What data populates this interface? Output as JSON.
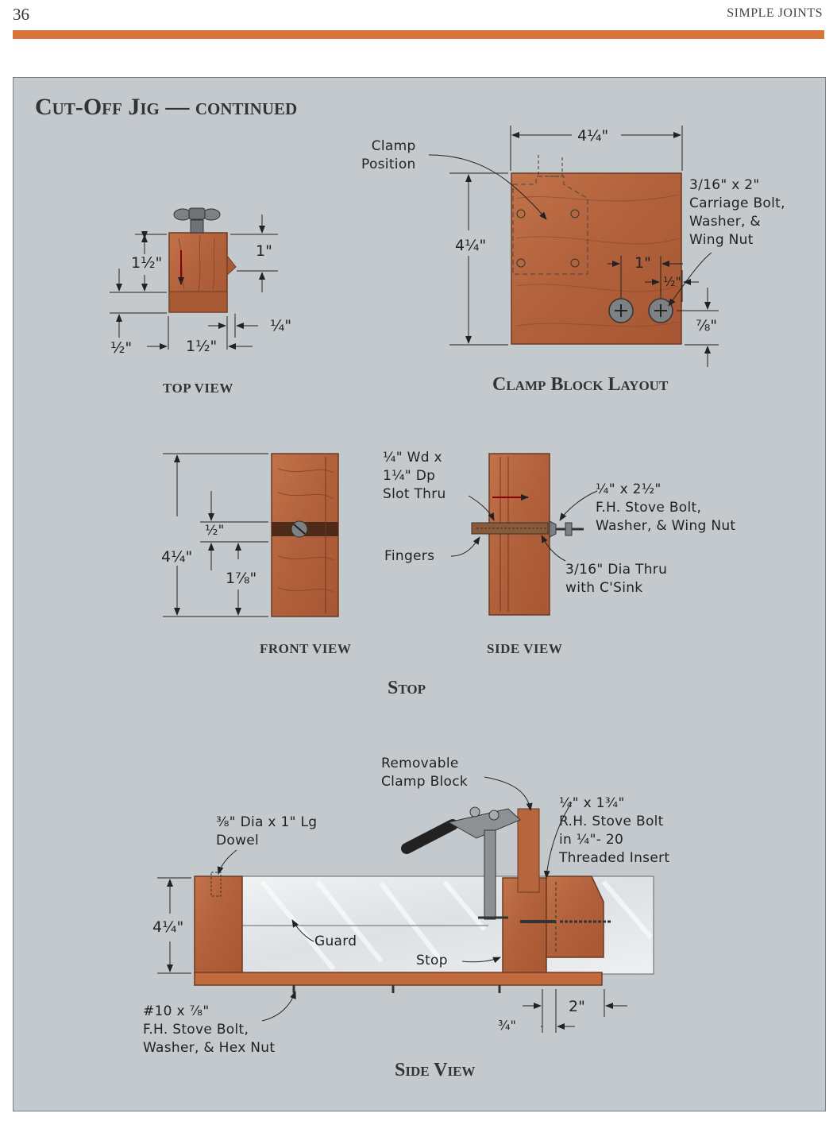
{
  "header": {
    "page_number": "36",
    "running_head": "SIMPLE JOINTS"
  },
  "title": "Cut-Off Jig — continued",
  "top_view": {
    "caption": "TOP VIEW",
    "dims": {
      "height": "1½\"",
      "offset": "1\"",
      "quarter": "¼\"",
      "half": "½\"",
      "width": "1½\""
    }
  },
  "clamp_block": {
    "caption": "Clamp Block Layout",
    "width": "4¼\"",
    "height": "4¼\"",
    "clamp_position": "Clamp\nPosition",
    "bolt_callout": "3/16\" x 2\"\nCarriage Bolt,\nWasher, & \nWing Nut",
    "dim_one": "1\"",
    "dim_half": "½\"",
    "dim_seven_eighths": "⅞\""
  },
  "front_view": {
    "caption": "FRONT VIEW",
    "height": "4¼\"",
    "half": "½\"",
    "one_seven_eighths": "1⅞\""
  },
  "side_view_stop": {
    "caption": "SIDE VIEW",
    "slot": "¼\" Wd x\n1¼\" Dp\nSlot Thru",
    "fingers": "Fingers",
    "bolt": "¼\" x 2½\"\nF.H. Stove Bolt,\nWasher, & Wing Nut",
    "hole": "3/16\" Dia Thru\nwith C'Sink"
  },
  "stop_caption": "Stop",
  "side_view": {
    "caption": "Side View",
    "removable": "Removable\nClamp Block",
    "stove_bolt": "¼\" x 1¾\"\nR.H. Stove Bolt\nin ¼\"- 20\nThreaded Insert",
    "dowel": "⅜\" Dia x 1\" Lg\nDowel",
    "guard": "Guard",
    "stop": "Stop",
    "height": "4¼\"",
    "base_bolt": "#10 x ⅞\"\nF.H. Stove Bolt,\nWasher, & Hex Nut",
    "three_quarters": "¾\"",
    "two": "2\""
  },
  "colors": {
    "wood": "#b5663f",
    "wood_dark": "#8a4a2c",
    "panel": "#c4c9ce",
    "accent_bar": "#d9753a",
    "guard": "#e9ecef"
  }
}
